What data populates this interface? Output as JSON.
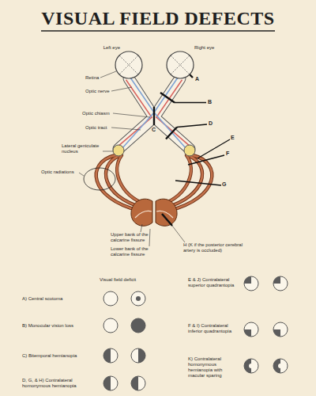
{
  "diagram": {
    "title": "VISUAL FIELD DEFECTS",
    "nodes": [
      {
        "text": [
          "Left eye"
        ]
      },
      {
        "text": [
          "Right eye"
        ]
      }
    ],
    "labels": [
      "Retina",
      "Optic nerve",
      "Optic chiasm",
      "Optic tract",
      "Lateral geniculate nucleus",
      "Optic radiations",
      "A",
      "B",
      "C",
      "D",
      "E",
      "F",
      "G",
      "Upper bank of the calcarine fissure",
      "Lower bank of the calcarine fissure",
      "H (K if the posterior cerebral artery is occluded)",
      "Visual field deficit",
      "A) Central scotoma",
      "B) Monocular vision loss",
      "C) Bitemporal hemianopia",
      "D, G, & H) Contralateral homonymous hemianopia",
      "E & J) Contralateral superior quadrantopia",
      "F & I) Contralateral inferior quadrantopia",
      "K) Contralateral homonymous hemianopia with macular sparing"
    ]
  }
}
